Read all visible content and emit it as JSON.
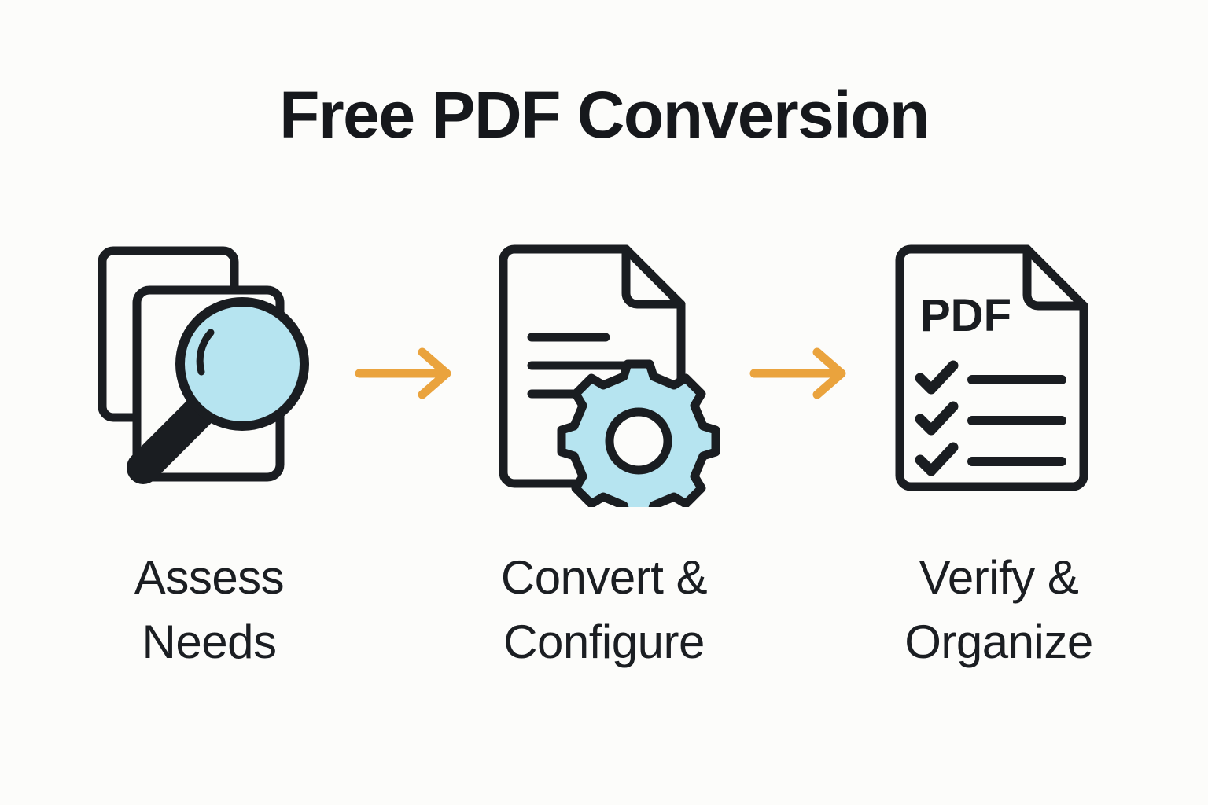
{
  "palette": {
    "background": "#fcfcfa",
    "ink": "#1a1d21",
    "accent_blue": "#b6e4f0",
    "accent_orange": "#eaa33d",
    "text": "#16181c"
  },
  "header": {
    "title": "Free PDF Conversion"
  },
  "flow": {
    "steps": [
      {
        "id": "assess",
        "icon": "documents-magnifier-icon",
        "label": "Assess\nNeeds",
        "label_line1": "Assess",
        "label_line2": "Needs"
      },
      {
        "id": "convert",
        "icon": "document-gear-icon",
        "label": "Convert &\nConfigure",
        "label_line1": "Convert &",
        "label_line2": "Configure"
      },
      {
        "id": "verify",
        "icon": "pdf-checklist-icon",
        "label": "Verify &\nOrganize",
        "label_line1": "Verify &",
        "label_line2": "Organize",
        "document_text": "PDF"
      }
    ],
    "connectors": [
      {
        "id": "arrow-1",
        "icon": "arrow-right-icon"
      },
      {
        "id": "arrow-2",
        "icon": "arrow-right-icon"
      }
    ]
  }
}
